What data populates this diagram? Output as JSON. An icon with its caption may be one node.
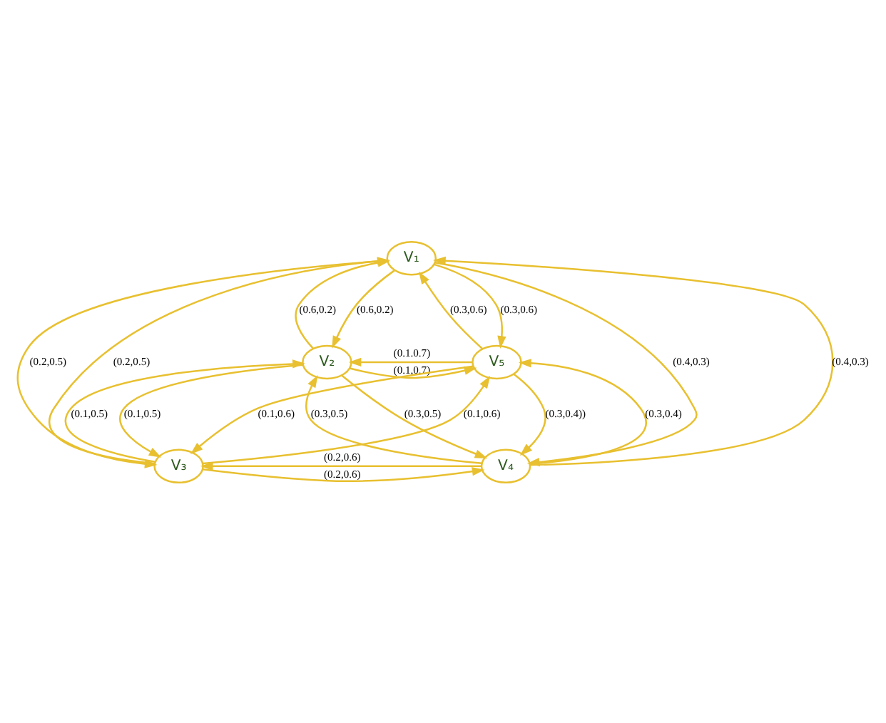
{
  "diagram": {
    "nodes": [
      {
        "text": [
          "V₁"
        ]
      },
      {
        "text": [
          "V₂"
        ]
      },
      {
        "text": [
          "V₃"
        ]
      },
      {
        "text": [
          "V₄"
        ]
      },
      {
        "text": [
          "V₅"
        ]
      }
    ],
    "edges": [
      {
        "from": 4,
        "to": 0,
        "arrow": "to",
        "label": "(0.3,0.6)"
      },
      {
        "from": 0,
        "to": 4,
        "arrow": "to",
        "label": "(0.3,0.6)"
      },
      {
        "from": 0,
        "to": 1,
        "arrow": "to",
        "label": "(0.6,0.2)"
      },
      {
        "from": 1,
        "to": 0,
        "arrow": "to",
        "label": "(0.6,0.2)"
      },
      {
        "from": 4,
        "to": 1,
        "arrow": "to",
        "label": "(0.1.0.7)"
      },
      {
        "from": 1,
        "to": 4,
        "arrow": "to",
        "label": "(0.1,0.7)"
      },
      {
        "from": 3,
        "to": 0,
        "arrow": "to",
        "label": "(0.4,0.3)"
      },
      {
        "from": 0,
        "to": 3,
        "arrow": "to",
        "label": "(0.4,0.3)"
      },
      {
        "from": 2,
        "to": 0,
        "arrow": "to",
        "label": "(0.2,0.5)"
      },
      {
        "from": 0,
        "to": 2,
        "arrow": "to",
        "label": "(0.2,0.5)"
      },
      {
        "from": 3,
        "to": 4,
        "arrow": "to",
        "label": "(0.3,0.4)"
      },
      {
        "from": 4,
        "to": 3,
        "arrow": "to",
        "label": "(0.3,0.4))"
      },
      {
        "from": 1,
        "to": 2,
        "arrow": "to",
        "label": "(0.1,0.5)"
      },
      {
        "from": 2,
        "to": 1,
        "arrow": "to",
        "label": "(0.1,0.5)"
      },
      {
        "from": 4,
        "to": 2,
        "arrow": "to",
        "label": "(0.1,0.6)"
      },
      {
        "from": 2,
        "to": 4,
        "arrow": "to",
        "label": "(0.1,0.6)"
      },
      {
        "from": 3,
        "to": 1,
        "arrow": "to",
        "label": "(0.3,0.5)"
      },
      {
        "from": 1,
        "to": 3,
        "arrow": "to",
        "label": "(0.3,0.5)"
      },
      {
        "from": 3,
        "to": 2,
        "arrow": "to",
        "label": "(0.2,0.6)"
      },
      {
        "from": 2,
        "to": 3,
        "arrow": "to",
        "label": "(0.2,0.6)"
      }
    ]
  }
}
